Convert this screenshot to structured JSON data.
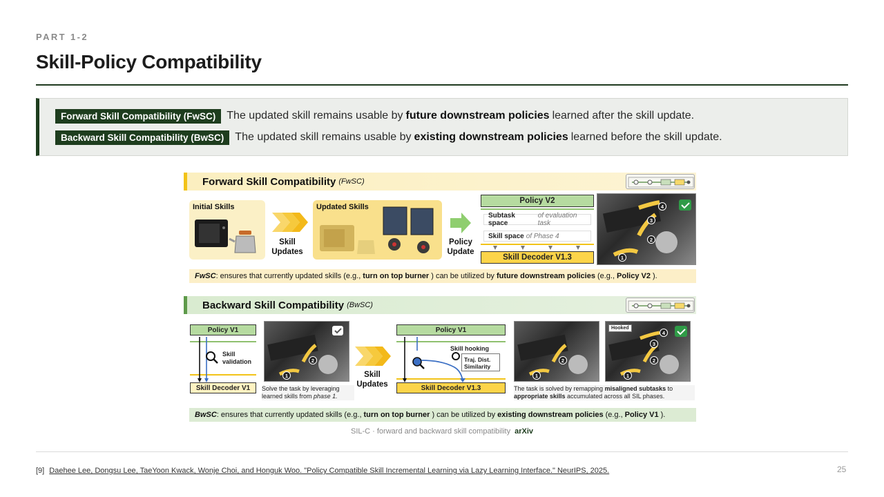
{
  "kicker": "PART 1-2",
  "title": "Skill-Policy Compatibility",
  "definitions": {
    "fwsc": {
      "tag": "Forward Skill Compatibility (FwSC)",
      "pre": "The updated skill remains usable by",
      "bold": "future downstream policies",
      "post": "learned after the skill update."
    },
    "bwsc": {
      "tag": "Backward Skill Compatibility (BwSC)",
      "pre": "The updated skill remains usable by",
      "bold": "existing downstream policies",
      "post": "learned before the skill update."
    }
  },
  "figure": {
    "forward": {
      "header": "Forward Skill Compatibility",
      "header_abbr": "(FwSC)",
      "initial_skills": "Initial Skills",
      "skill_updates": "Skill\nUpdates",
      "updated_skills": "Updated Skills",
      "policy_update": "Policy\nUpdate",
      "policy_v2": "Policy V2",
      "subtask_bold": "Subtask space",
      "subtask_rest": "of evaluation task",
      "skillspace_bold": "Skill space",
      "skillspace_rest": "of Phase 4",
      "decoder": "Skill Decoder V1.3",
      "caption": {
        "abbr": "FwSC",
        "t1": ": ensures that currently updated skills  (e.g.,",
        "b1": "turn on top burner",
        "t2": ") can be utilized by",
        "b2": "future downstream policies",
        "t3": "(e.g.,",
        "b3": "Policy V2",
        "t4": ")."
      }
    },
    "backward": {
      "header": "Backward Skill Compatibility",
      "header_abbr": "(BwSC)",
      "policy_v1_left": "Policy V1",
      "skill_validation": "Skill\nvalidation",
      "decoder_v1": "Skill Decoder V1",
      "left_caption_1": "Solve the task by leveraging",
      "left_caption_2": "learned skills from",
      "left_caption_phase": "phase 1.",
      "skill_updates": "Skill\nUpdates",
      "policy_v1_right": "Policy V1",
      "skill_hooking": "Skill hooking",
      "traj_dist": "Traj. Dist.\nSimilarity",
      "decoder_v13": "Skill Decoder V1.3",
      "hooked": "Hooked",
      "right_caption_1": "The task is solved by remapping",
      "right_caption_b1": "misaligned subtasks",
      "right_caption_2": "to",
      "right_caption_b2": "appropriate skills",
      "right_caption_3": "accumulated across all SIL phases.",
      "caption": {
        "abbr": "BwSC",
        "t1": ": ensures that currently updated skills (e.g.,",
        "b1": "turn on top burner",
        "t2": ") can be utilized by",
        "b2": "existing downstream policies",
        "t3": "(e.g.,",
        "b3": "Policy V1",
        "t4": ")."
      }
    }
  },
  "figure_caption": "SIL-C · forward and backward skill compatibility",
  "figure_source": "arXiv",
  "reference": {
    "num": "[9]",
    "text": "Daehee Lee, Dongsu Lee, TaeYoon Kwack, Wonje Choi, and Honguk Woo. \"Policy Compatible Skill Incremental Learning via Lazy Learning Interface.\" NeurIPS, 2025."
  },
  "page_number": "25",
  "colors": {
    "accent_dark_green": "#1e3d1e",
    "fw_yellow": "#f2c318",
    "bw_green": "#5e9a4a"
  }
}
